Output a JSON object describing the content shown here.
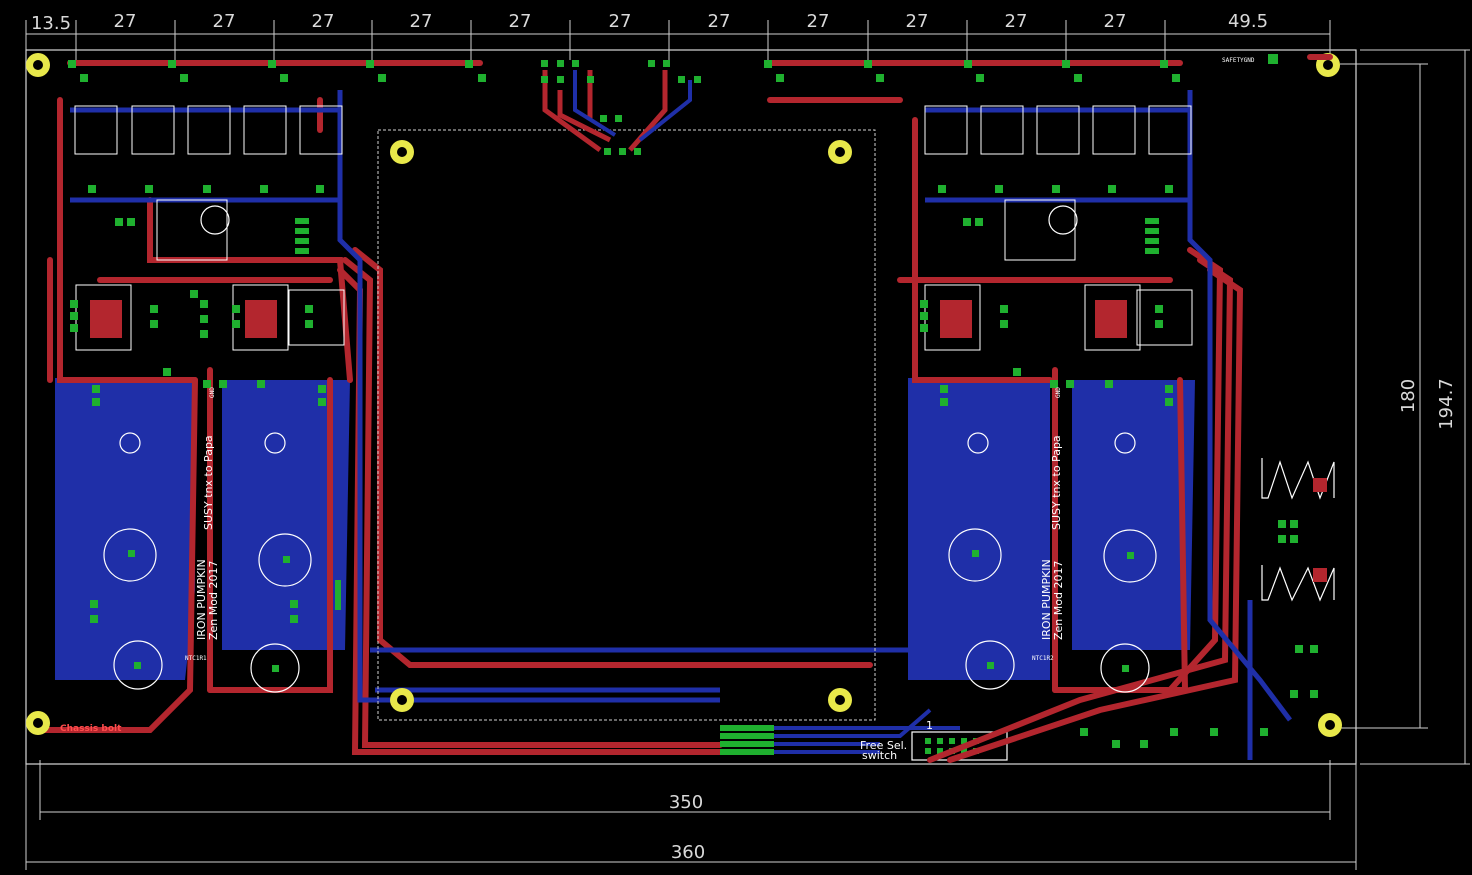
{
  "dimensions": {
    "top": [
      "13.5",
      "27",
      "27",
      "27",
      "27",
      "27",
      "27",
      "27",
      "27",
      "27",
      "27",
      "27",
      "49.5"
    ],
    "bottom_inner": "350",
    "bottom_outer": "360",
    "right_inner": "180",
    "right_outer": "194.7"
  },
  "labels": {
    "chassis_bolt": "Chassis bolt",
    "free_sel": "Free Sel.",
    "switch": "switch",
    "connector_pin": "1",
    "left_title_1": "IRON PUMPKIN",
    "left_title_2": "Zen Mod 2017",
    "left_title_3": "SUSY tnx to Papa",
    "right_title_1": "IRON PUMPKIN",
    "right_title_2": "Zen Mod 2017",
    "right_title_3": "SUSY tnx to Papa",
    "safety_gnd": "SAFETYGND",
    "ntc_left": "NTC1R1",
    "ntc_right": "NTC1R2",
    "gnd_left": "GND",
    "gnd_right": "GND"
  },
  "colors": {
    "background": "#000000",
    "top_copper": "#b3262e",
    "bottom_copper": "#1f2fa8",
    "pads": "#1fb02f",
    "silkscreen": "#ffffff",
    "dimension": "#cfcfcf",
    "outline": "#d9d9d9"
  }
}
